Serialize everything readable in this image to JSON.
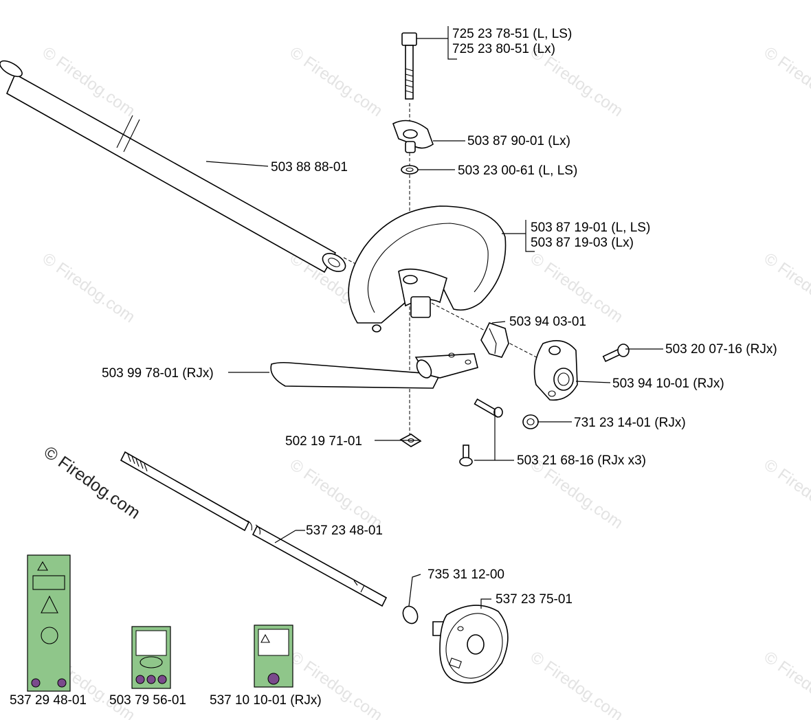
{
  "colors": {
    "line": "#000000",
    "background": "#ffffff",
    "watermark": "#e3e3e3",
    "decal_green": "#8fc68a",
    "decal_purple": "#7a4a8c"
  },
  "watermark": {
    "main": "© Firedog.com",
    "faint": "© Firedog.com"
  },
  "parts": {
    "bolt_a": "725 23 78-51 (L, LS)",
    "bolt_b": "725 23 80-51 (Lx)",
    "knob": "503 87 90-01 (Lx)",
    "washer": "503 23 00-61 (L, LS)",
    "tube": "503 88 88-01",
    "handle_a": "503 87 19-01 (L, LS)",
    "handle_b": "503 87 19-03 (Lx)",
    "clamp": "503 94 03-01",
    "screw_clamp": "503 20 07-16 (RJx)",
    "bracket": "503 94 10-01 (RJx)",
    "barrier": "503 99 78-01 (RJx)",
    "nut": "731 23 14-01 (RJx)",
    "square_nut": "502 19 71-01",
    "screws_x3": "503 21 68-16 (RJx x3)",
    "drive_shaft": "537 23 48-01",
    "ring": "735 31 12-00",
    "clutch_drum": "537 23 75-01",
    "decal_1": "537 29 48-01",
    "decal_2": "503 79 56-01",
    "decal_3": "537 10 10-01 (RJx)"
  },
  "icons": [
    "warning-decal-icon",
    "trimmer-head-decal-icon",
    "hand-warning-decal-icon"
  ]
}
